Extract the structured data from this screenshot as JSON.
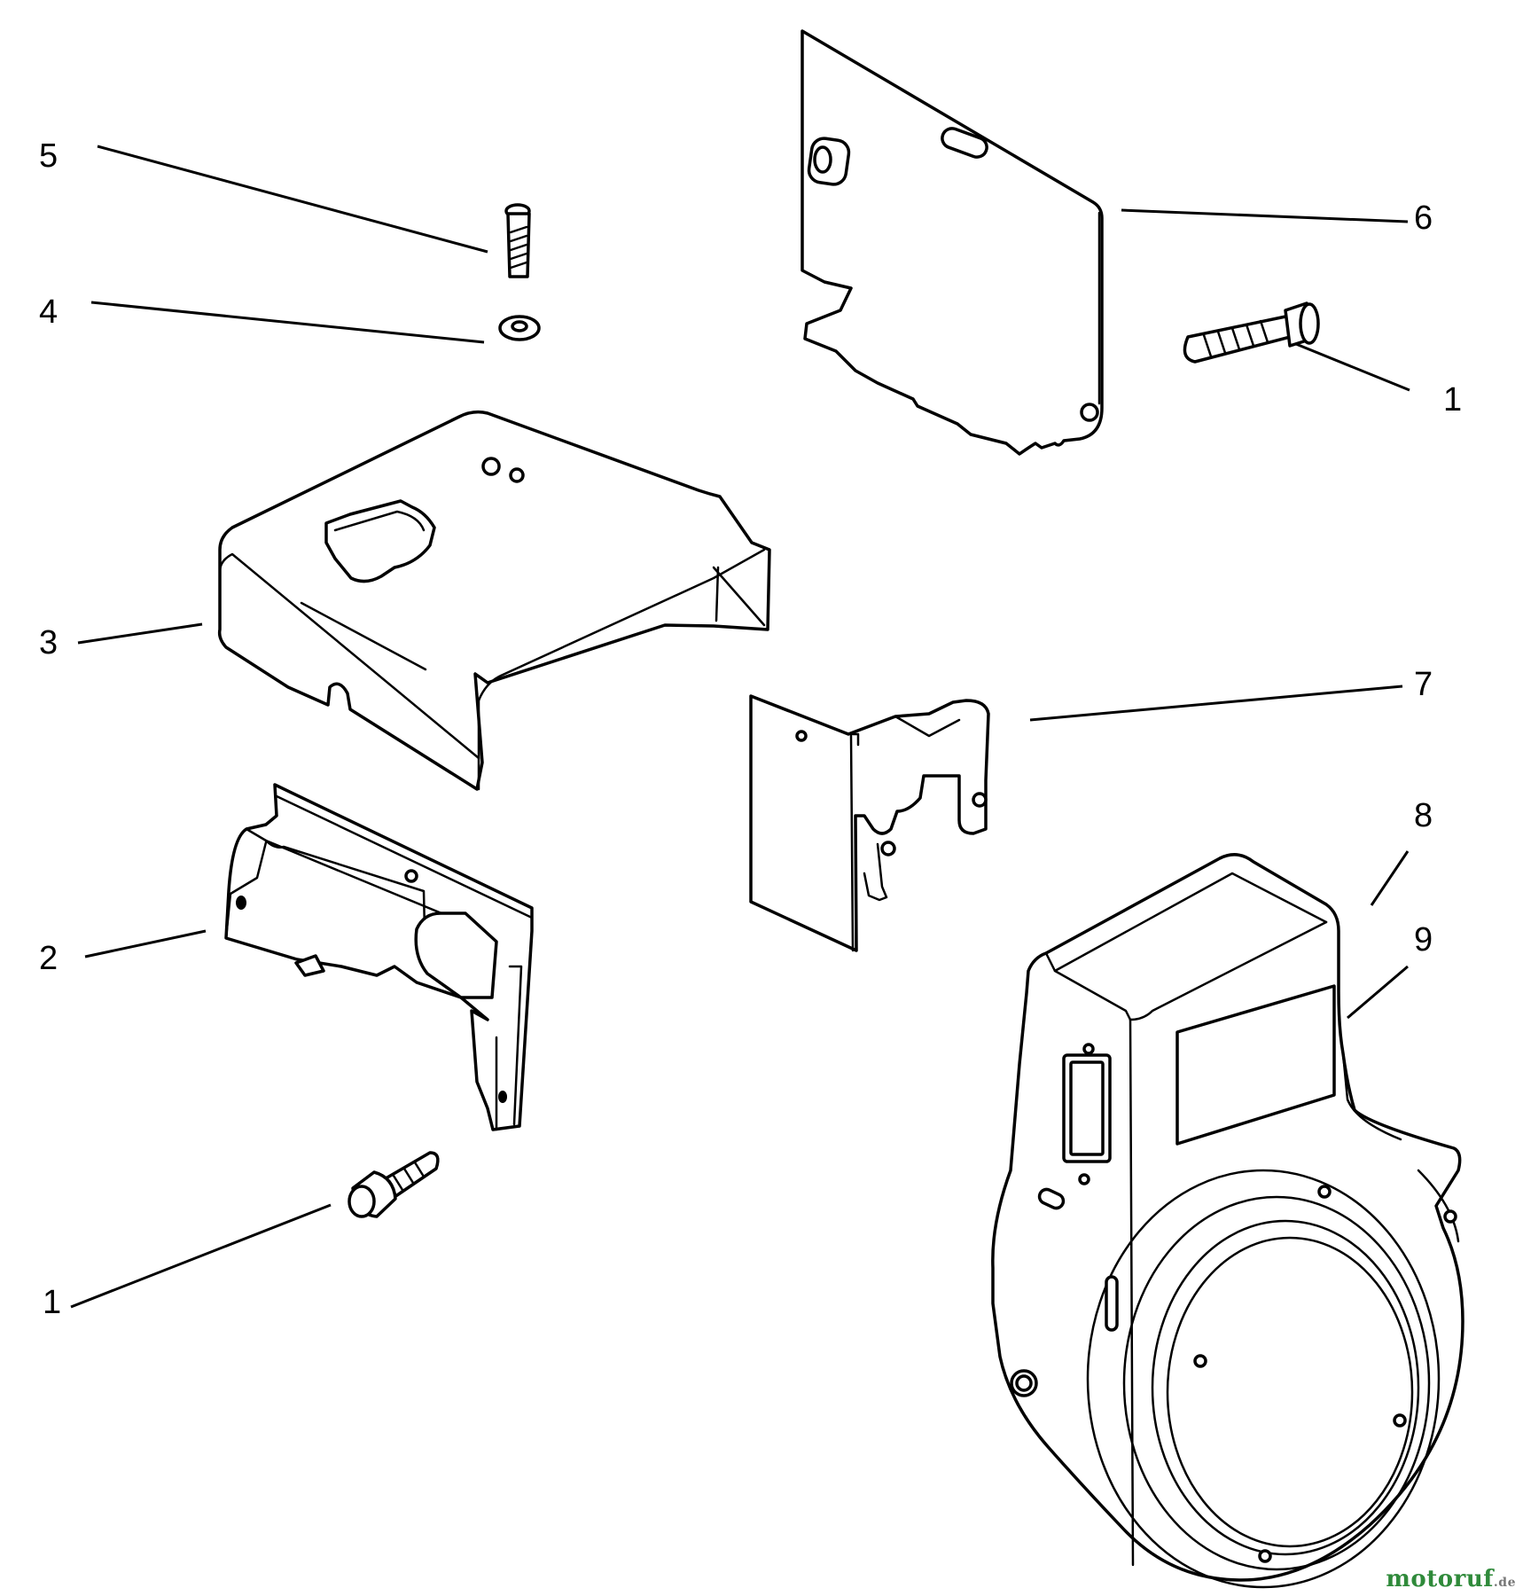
{
  "callouts": {
    "c5": "5",
    "c4": "4",
    "c6": "6",
    "c1_top": "1",
    "c3": "3",
    "c7": "7",
    "c8": "8",
    "c9": "9",
    "c2": "2",
    "c1_bottom": "1"
  },
  "watermark": {
    "main": "motoruf",
    "tld": ".de"
  }
}
